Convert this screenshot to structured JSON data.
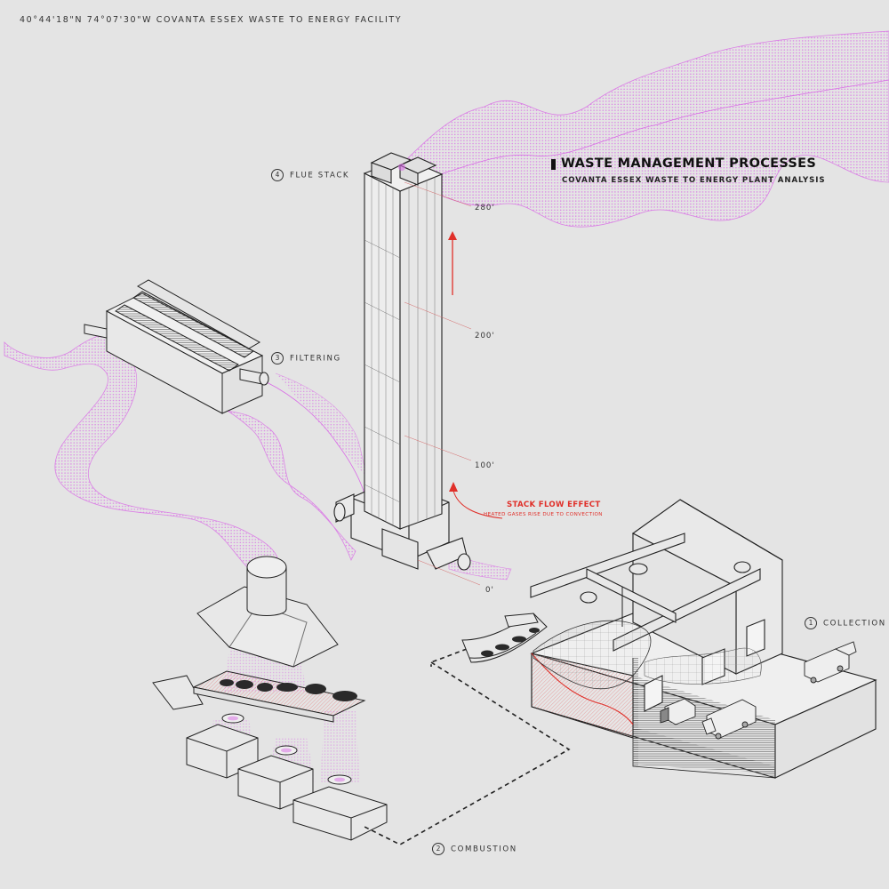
{
  "coordinates": "40°44'18\"N 74°07'30\"W  COVANTA ESSEX WASTE TO ENERGY FACILITY",
  "title": "WASTE MANAGEMENT PROCESSES",
  "subtitle": "COVANTA ESSEX WASTE TO ENERGY PLANT ANALYSIS",
  "steps": [
    {
      "number": "1",
      "label": "COLLECTION"
    },
    {
      "number": "2",
      "label": "COMBUSTION"
    },
    {
      "number": "3",
      "label": "FILTERING"
    },
    {
      "number": "4",
      "label": "FLUE STACK"
    }
  ],
  "heights": [
    "280'",
    "200'",
    "100'",
    "0'"
  ],
  "stack_flow": {
    "label": "STACK FLOW EFFECT",
    "note": "HEATED GASES RISE DUE TO CONVECTION"
  },
  "colors": {
    "smoke": "#e070e8",
    "accent_red": "#e0302a",
    "line": "#222222",
    "background": "#e4e4e4"
  }
}
